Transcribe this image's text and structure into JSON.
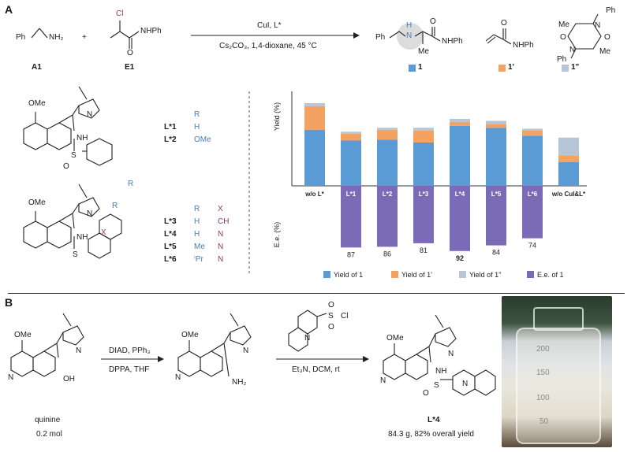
{
  "panelA": {
    "letter": "A",
    "reactant1_label": "A1",
    "reactant1_formula": "Ph",
    "reactant1_group": "NH₂",
    "plus": "+",
    "reactant2_label": "E1",
    "reactant2_cl": "Cl",
    "reactant2_nhph": "NHPh",
    "reactant2_o": "O",
    "arrow_top": "CuI, L*",
    "arrow_bottom": "Cs₂CO₃, 1,4-dioxane, 45 °C",
    "product1_label": "1",
    "product1_ph": "Ph",
    "product1_nh": "N",
    "product1_h": "H",
    "product1_me": "Me",
    "product1_o": "O",
    "product1_nhph": "NHPh",
    "product2_label": "1'",
    "product2_o": "O",
    "product2_nhph": "NHPh",
    "product3_label": "1\"",
    "product3_me1": "Me",
    "product3_me2": "Me",
    "product3_n1": "N",
    "product3_n2": "N",
    "product3_ph1": "Ph",
    "product3_ph2": "Ph",
    "product3_o1": "O",
    "product3_o2": "O",
    "ligand_ome_top": "OMe",
    "ligand_nh_top": "NH",
    "ligand_n_top": "N",
    "ligand_s_top": "S",
    "ligand_o_top": "O",
    "ligand_r_top": "R",
    "ligand_ome_bottom": "OMe",
    "ligand_nh_bottom": "NH",
    "ligand_n_bottom": "N",
    "ligand_s_bottom": "S",
    "ligand_x_bottom": "X",
    "ligand_r_bottom": "R",
    "table1_header": "R",
    "table1_rows": [
      {
        "name": "L*1",
        "r": "H"
      },
      {
        "name": "L*2",
        "r": "OMe"
      }
    ],
    "table2_header_r": "R",
    "table2_header_x": "X",
    "table2_rows": [
      {
        "name": "L*3",
        "r": "H",
        "x": "CH"
      },
      {
        "name": "L*4",
        "r": "H",
        "x": "N"
      },
      {
        "name": "L*5",
        "r": "Me",
        "x": "N"
      },
      {
        "name": "L*6",
        "r": "ⁱPr",
        "x": "N"
      }
    ]
  },
  "chart_data": {
    "type": "bar",
    "ylabel_top": "Yield (%)",
    "ylabel_bottom": "E.e. (%)",
    "categories": [
      "w/o L*",
      "L*1",
      "L*2",
      "L*3",
      "L*4",
      "L*5",
      "L*6",
      "w/o CuI&L*"
    ],
    "series": [
      {
        "name": "Yield of 1",
        "color": "#5b9bd5",
        "values": [
          57,
          46,
          47,
          44,
          61,
          59,
          51,
          24
        ]
      },
      {
        "name": "Yield of 1'",
        "color": "#f4a261",
        "values": [
          24,
          7,
          10,
          12,
          4,
          4,
          5,
          7
        ]
      },
      {
        "name": "Yield of 1\"",
        "color": "#b7c6d6",
        "values": [
          3,
          2,
          2,
          3,
          3,
          3,
          2,
          18
        ]
      },
      {
        "name": "E.e. of 1",
        "color": "#7b6bb6",
        "values": [
          0,
          87,
          86,
          81,
          92,
          84,
          74,
          0
        ]
      }
    ],
    "ee_labels": [
      "",
      "87",
      "86",
      "81",
      "92",
      "84",
      "74",
      ""
    ],
    "legend": [
      "Yield of 1",
      "Yield of 1'",
      "Yield of 1\"",
      "E.e. of 1"
    ],
    "legend_position": "bottom"
  },
  "panelB": {
    "letter": "B",
    "quinine_ome": "OMe",
    "quinine_n": "N",
    "quinine_oh": "OH",
    "quinine_ring_n": "N",
    "quinine_label": "quinine",
    "quinine_amount": "0.2 mol",
    "step1_top": "DIAD, PPh₃",
    "step1_bottom": "DPPA, THF",
    "amine_ome": "OMe",
    "amine_n": "N",
    "amine_nh2": "NH₂",
    "amine_ring_n": "N",
    "reagent_s": "S",
    "reagent_o1": "O",
    "reagent_o2": "O",
    "reagent_cl": "Cl",
    "reagent_n": "N",
    "step2_bottom": "Et₃N, DCM, rt",
    "product_ome": "OMe",
    "product_nh": "NH",
    "product_n": "N",
    "product_ring_n": "N",
    "product_s": "S",
    "product_o": "O",
    "product_qn": "N",
    "product_label": "L*4",
    "product_yield": "84.3 g, 82% overall yield",
    "photo_marks": [
      "200",
      "150",
      "100",
      "50"
    ]
  }
}
